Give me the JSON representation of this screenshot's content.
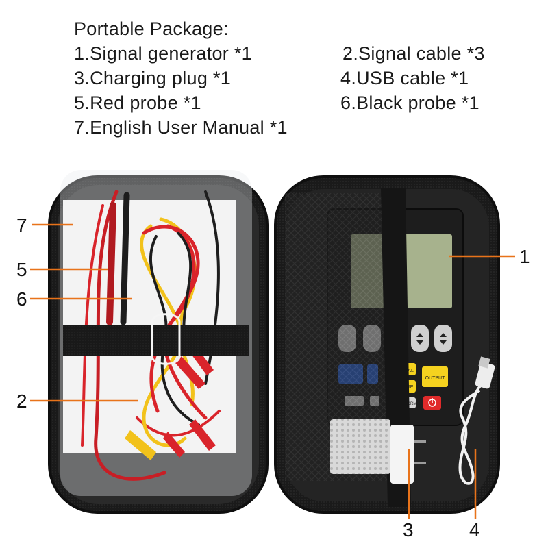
{
  "package": {
    "title": "Portable Package:",
    "items": [
      "1.Signal generator *1",
      "2.Signal cable *3",
      "3.Charging plug *1",
      "4.USB cable *1",
      "5.Red probe *1",
      "6.Black probe *1",
      "7.English User Manual *1"
    ]
  },
  "callouts": [
    "1",
    "2",
    "3",
    "4",
    "5",
    "6",
    "7"
  ],
  "device": {
    "buttons": [
      "SIGNAL",
      "OUTPUT",
      "RANGE",
      "WAVEFORM"
    ]
  },
  "colors": {
    "callout_line": "#e8731a",
    "case": "#1b1b1b",
    "red_wire": "#d9242b",
    "yellow_wire": "#f2c21b",
    "output_button": "#f5d21f",
    "power_button": "#e02b2b",
    "blue_button": "#2f66d6"
  },
  "icons": [
    "up-arrow-icon",
    "down-arrow-icon",
    "power-icon"
  ]
}
